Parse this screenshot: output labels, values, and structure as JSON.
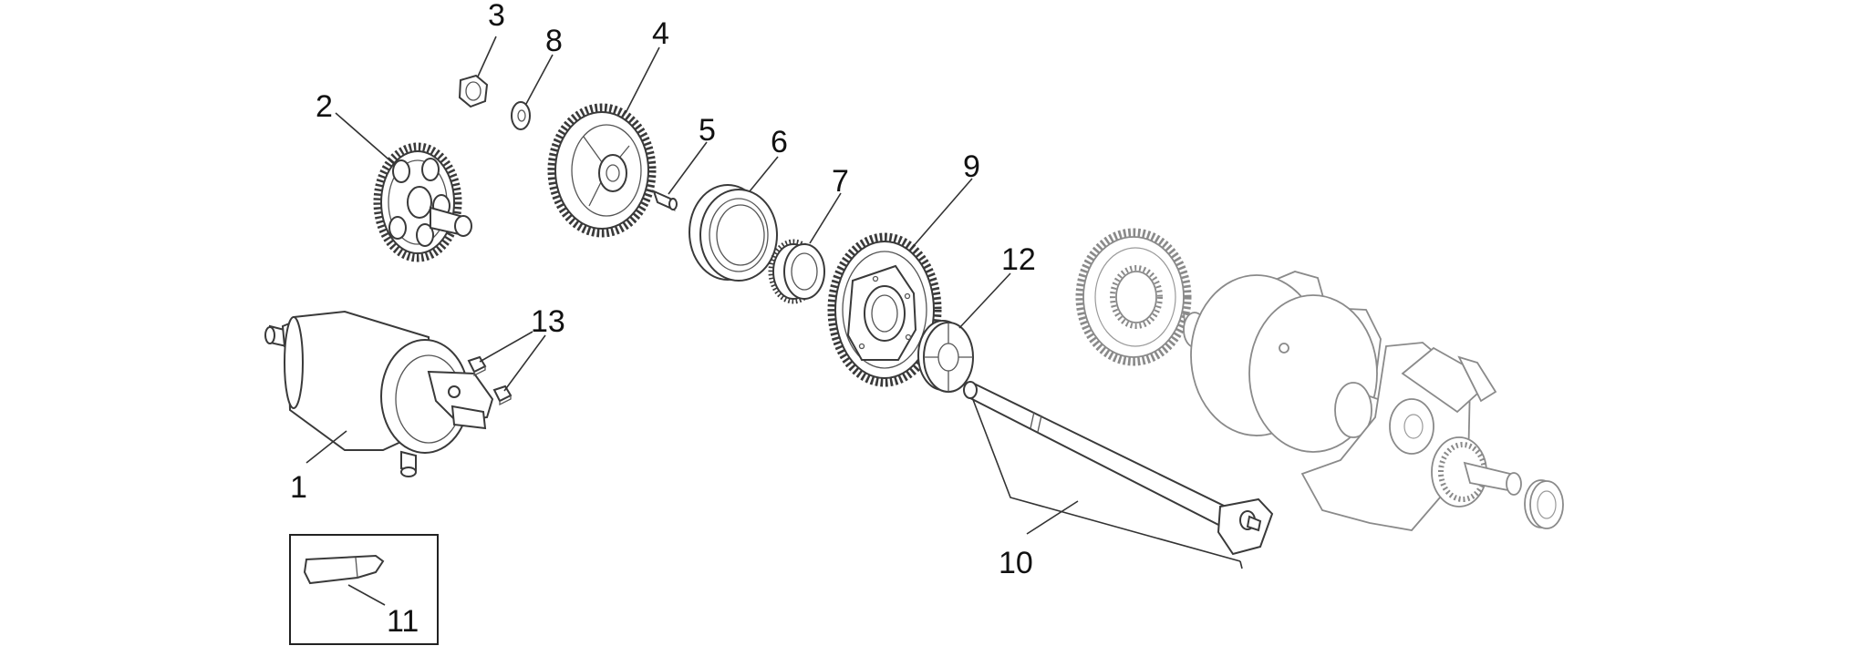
{
  "labels": {
    "p1": "1",
    "p2": "2",
    "p3": "3",
    "p4": "4",
    "p5": "5",
    "p6": "6",
    "p7": "7",
    "p8": "8",
    "p9": "9",
    "p10": "10",
    "p11": "11",
    "p12": "12",
    "p13": "13"
  },
  "colors": {
    "line": "#3a3a3a",
    "ghost_line": "#8a8a8a",
    "background": "#ffffff"
  }
}
